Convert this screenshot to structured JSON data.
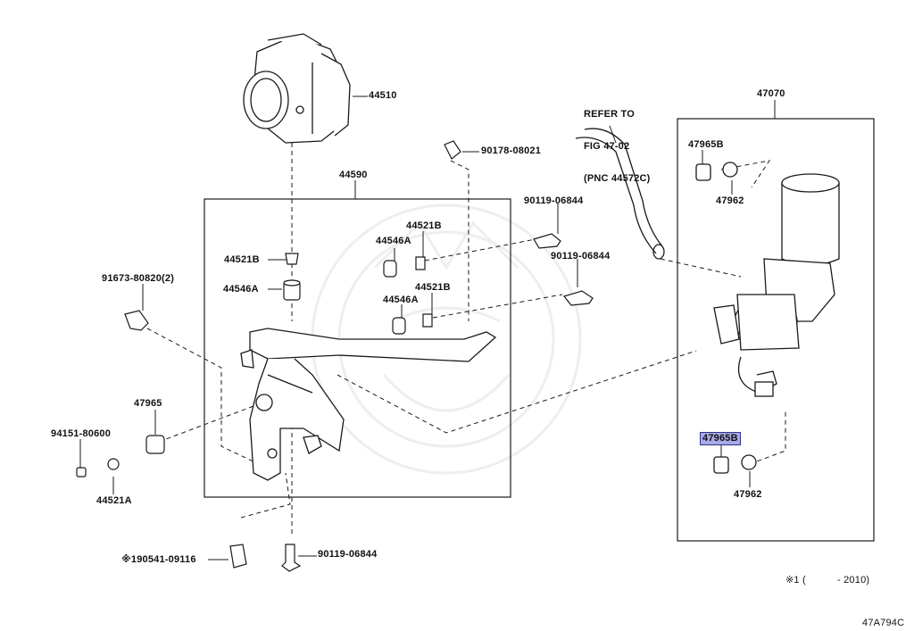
{
  "parts": {
    "p44510": "44510",
    "p44590": "44590",
    "p47070": "47070",
    "p90178": "90178-08021",
    "p90119_top": "90119-06844",
    "p90119_mid": "90119-06844",
    "p90119_bottom": "90119-06844",
    "p44521B_a": "44521B",
    "p44521B_b": "44521B",
    "p44521B_c": "44521B",
    "p44546A_a": "44546A",
    "p44546A_b": "44546A",
    "p44546A_c": "44546A",
    "p91673": "91673-80820(2)",
    "p47965": "47965",
    "p94151": "94151-80600",
    "p44521A": "44521A",
    "p90541": "※190541-09116",
    "p47965B_top": "47965B",
    "p47962_top": "47962",
    "p47965B_hl": "47965B",
    "p47962_bottom": "47962"
  },
  "refer": {
    "line1": "REFER TO",
    "line2": "FIG 47-02",
    "line3": "(PNC 44572C)"
  },
  "footnote": {
    "mark": "※1 (",
    "range": "- 2010)"
  },
  "figure_code": "47A794C",
  "colors": {
    "line": "#1a1a1a",
    "highlight": "#a9a9e6",
    "watermark": "#f0f0f0"
  }
}
